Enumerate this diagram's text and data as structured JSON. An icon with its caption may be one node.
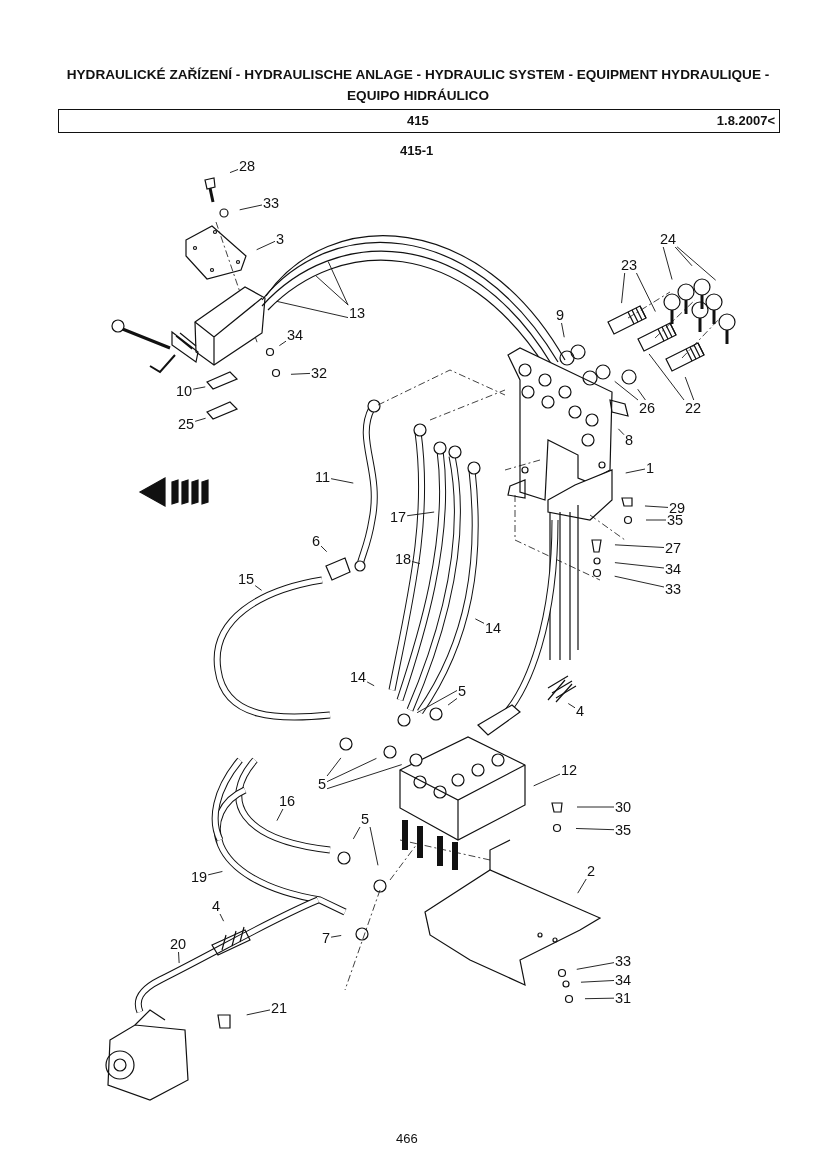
{
  "diagram": {
    "title": "HYDRAULICKÉ ZAŘÍZENÍ - HYDRAULISCHE ANLAGE - HYDRAULIC SYSTEM - EQUIPMENT HYDRAULIQUE - EQUIPO HIDRÁULICO",
    "nodes": [
      {
        "text": [
          "415",
          "1.8.2007<"
        ]
      },
      {
        "text": [
          "28"
        ]
      },
      {
        "text": [
          "33"
        ]
      },
      {
        "text": [
          "3"
        ]
      },
      {
        "text": [
          "13"
        ]
      },
      {
        "text": [
          "34"
        ]
      },
      {
        "text": [
          "32"
        ]
      },
      {
        "text": [
          "10"
        ]
      },
      {
        "text": [
          "25"
        ]
      },
      {
        "text": [
          "24"
        ]
      },
      {
        "text": [
          "23"
        ]
      },
      {
        "text": [
          "9"
        ]
      },
      {
        "text": [
          "26"
        ]
      },
      {
        "text": [
          "22"
        ]
      },
      {
        "text": [
          "8"
        ]
      },
      {
        "text": [
          "1"
        ]
      },
      {
        "text": [
          "29"
        ]
      },
      {
        "text": [
          "35"
        ]
      },
      {
        "text": [
          "27"
        ]
      },
      {
        "text": [
          "34"
        ]
      },
      {
        "text": [
          "33"
        ]
      },
      {
        "text": [
          "11"
        ]
      },
      {
        "text": [
          "17"
        ]
      },
      {
        "text": [
          "18"
        ]
      },
      {
        "text": [
          "6"
        ]
      },
      {
        "text": [
          "15"
        ]
      },
      {
        "text": [
          "14"
        ]
      },
      {
        "text": [
          "14"
        ]
      },
      {
        "text": [
          "5"
        ]
      },
      {
        "text": [
          "4"
        ]
      },
      {
        "text": [
          "5"
        ]
      },
      {
        "text": [
          "12"
        ]
      },
      {
        "text": [
          "30"
        ]
      },
      {
        "text": [
          "35"
        ]
      },
      {
        "text": [
          "16"
        ]
      },
      {
        "text": [
          "5"
        ]
      },
      {
        "text": [
          "2"
        ]
      },
      {
        "text": [
          "19"
        ]
      },
      {
        "text": [
          "4"
        ]
      },
      {
        "text": [
          "7"
        ]
      },
      {
        "text": [
          "20"
        ]
      },
      {
        "text": [
          "33"
        ]
      },
      {
        "text": [
          "34"
        ]
      },
      {
        "text": [
          "31"
        ]
      },
      {
        "text": [
          "21"
        ]
      }
    ],
    "edges": [
      {
        "from": 1,
        "to": null,
        "arrow": "none"
      },
      {
        "from": 2,
        "to": null,
        "arrow": "none"
      },
      {
        "from": 3,
        "to": null,
        "arrow": "none"
      },
      {
        "from": 4,
        "to": null,
        "arrow": "none"
      },
      {
        "from": 4,
        "to": null,
        "arrow": "none"
      },
      {
        "from": 4,
        "to": null,
        "arrow": "none"
      },
      {
        "from": 5,
        "to": null,
        "arrow": "none"
      },
      {
        "from": 6,
        "to": null,
        "arrow": "none"
      },
      {
        "from": 7,
        "to": null,
        "arrow": "none"
      },
      {
        "from": 8,
        "to": null,
        "arrow": "none"
      },
      {
        "from": 9,
        "to": null,
        "arrow": "none"
      },
      {
        "from": 9,
        "to": null,
        "arrow": "none"
      },
      {
        "from": 9,
        "to": null,
        "arrow": "none"
      },
      {
        "from": 10,
        "to": null,
        "arrow": "none"
      },
      {
        "from": 10,
        "to": null,
        "arrow": "none"
      },
      {
        "from": 11,
        "to": null,
        "arrow": "none"
      },
      {
        "from": 12,
        "to": null,
        "arrow": "none"
      },
      {
        "from": 12,
        "to": null,
        "arrow": "none"
      },
      {
        "from": 13,
        "to": null,
        "arrow": "none"
      },
      {
        "from": 13,
        "to": null,
        "arrow": "none"
      },
      {
        "from": 14,
        "to": null,
        "arrow": "none"
      },
      {
        "from": 15,
        "to": null,
        "arrow": "none"
      },
      {
        "from": 16,
        "to": null,
        "arrow": "none"
      },
      {
        "from": 17,
        "to": null,
        "arrow": "none"
      },
      {
        "from": 18,
        "to": null,
        "arrow": "none"
      },
      {
        "from": 19,
        "to": null,
        "arrow": "none"
      },
      {
        "from": 20,
        "to": null,
        "arrow": "none"
      },
      {
        "from": 21,
        "to": null,
        "arrow": "none"
      },
      {
        "from": 22,
        "to": null,
        "arrow": "none"
      },
      {
        "from": 23,
        "to": null,
        "arrow": "none"
      },
      {
        "from": 24,
        "to": null,
        "arrow": "none"
      },
      {
        "from": 25,
        "to": null,
        "arrow": "none"
      },
      {
        "from": 26,
        "to": null,
        "arrow": "none"
      },
      {
        "from": 27,
        "to": null,
        "arrow": "none"
      },
      {
        "from": 28,
        "to": null,
        "arrow": "none"
      },
      {
        "from": 28,
        "to": null,
        "arrow": "none"
      },
      {
        "from": 29,
        "to": null,
        "arrow": "none"
      },
      {
        "from": 30,
        "to": null,
        "arrow": "none"
      },
      {
        "from": 30,
        "to": null,
        "arrow": "none"
      },
      {
        "from": 30,
        "to": null,
        "arrow": "none"
      },
      {
        "from": 31,
        "to": null,
        "arrow": "none"
      },
      {
        "from": 32,
        "to": null,
        "arrow": "none"
      },
      {
        "from": 33,
        "to": null,
        "arrow": "none"
      },
      {
        "from": 34,
        "to": null,
        "arrow": "none"
      },
      {
        "from": 35,
        "to": null,
        "arrow": "none"
      },
      {
        "from": 35,
        "to": null,
        "arrow": "none"
      },
      {
        "from": 36,
        "to": null,
        "arrow": "none"
      },
      {
        "from": 37,
        "to": null,
        "arrow": "none"
      },
      {
        "from": 38,
        "to": null,
        "arrow": "none"
      },
      {
        "from": 39,
        "to": null,
        "arrow": "none"
      },
      {
        "from": 40,
        "to": null,
        "arrow": "none"
      },
      {
        "from": 41,
        "to": null,
        "arrow": "none"
      },
      {
        "from": 42,
        "to": null,
        "arrow": "none"
      },
      {
        "from": 43,
        "to": null,
        "arrow": "none"
      },
      {
        "from": 44,
        "to": null,
        "arrow": "none"
      }
    ],
    "labels": [
      "415-1",
      "466"
    ]
  }
}
